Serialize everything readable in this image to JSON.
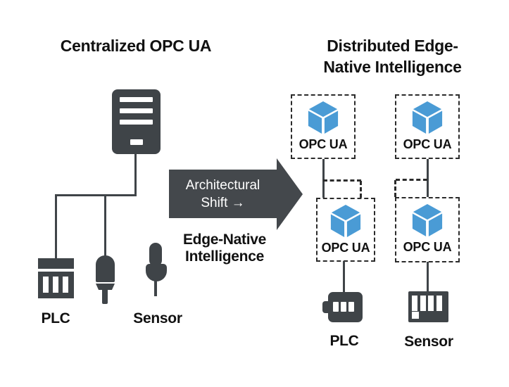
{
  "theme": {
    "background": "#ffffff",
    "dark": "#3f4448",
    "arrow": "#44484c",
    "blue": "#4a9bd5",
    "text": "#111111",
    "dash": "#2b2b2b",
    "white": "#ffffff"
  },
  "left": {
    "title": "Centralized OPC UA",
    "plc_label": "PLC",
    "sensor_label": "Sensor",
    "icons": [
      "server-icon",
      "plc-icon",
      "plug-icon",
      "sensor-probe-icon"
    ]
  },
  "center": {
    "arrow_line1": "Architectural",
    "arrow_line2": "Shift →",
    "caption_line1": "Edge-Native",
    "caption_line2": "Intelligence"
  },
  "right": {
    "title_line1": "Distributed Edge-",
    "title_line2": "Native Intelligence",
    "nodes": [
      {
        "label": "OPC UA",
        "icon": "cube-icon"
      },
      {
        "label": "OPC UA",
        "icon": "cube-icon"
      },
      {
        "label": "OPC UA",
        "icon": "cube-icon"
      },
      {
        "label": "OPC UA",
        "icon": "cube-icon"
      }
    ],
    "plc_label": "PLC",
    "sensor_label": "Sensor",
    "device_icons": [
      "plc-device-icon",
      "sensor-device-icon"
    ]
  }
}
